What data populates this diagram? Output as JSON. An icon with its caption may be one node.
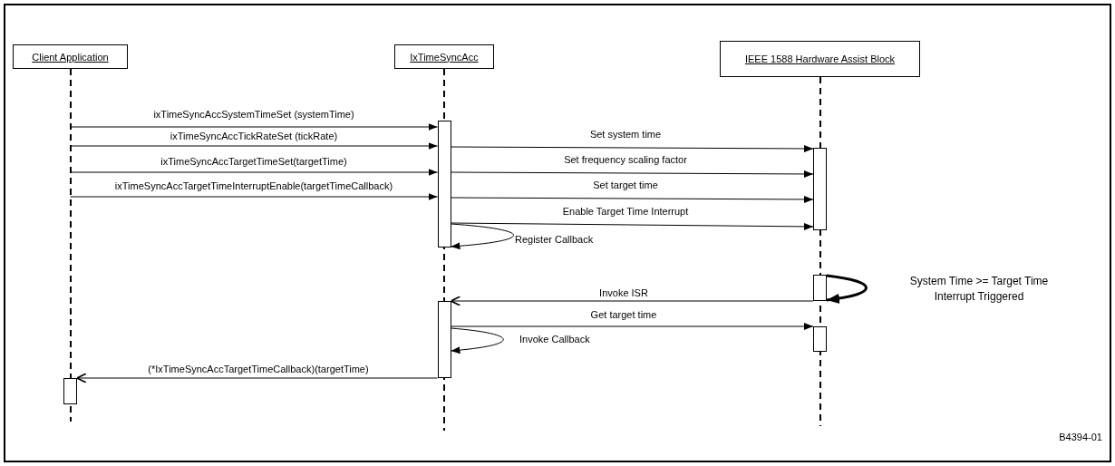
{
  "diagram": {
    "nodes": [
      {
        "text": [
          "Client Application"
        ]
      },
      {
        "text": [
          "IxTimeSyncAcc"
        ]
      },
      {
        "text": [
          "IEEE 1588 Hardware Assist Block"
        ]
      },
      {
        "text": [],
        "shape": "bar",
        "in": 0
      },
      {
        "text": [],
        "shape": "bar",
        "in": 1
      },
      {
        "text": [],
        "shape": "bar",
        "in": 1
      },
      {
        "text": [],
        "shape": "bar",
        "in": 2
      },
      {
        "text": [],
        "shape": "bar",
        "in": 2
      },
      {
        "text": [],
        "shape": "bar",
        "in": 2
      }
    ],
    "edges": [
      {
        "from": 0,
        "to": 4,
        "arrow": "to",
        "label": "ixTimeSyncAccSystemTimeSet (systemTime)"
      },
      {
        "from": 0,
        "to": 4,
        "arrow": "to",
        "label": "ixTimeSyncAccTickRateSet (tickRate)"
      },
      {
        "from": 0,
        "to": 4,
        "arrow": "to",
        "label": "ixTimeSyncAccTargetTimeSet(targetTime)"
      },
      {
        "from": 0,
        "to": 4,
        "arrow": "to",
        "label": "ixTimeSyncAccTargetTimeInterruptEnable(targetTimeCallback)"
      },
      {
        "from": 4,
        "to": 6,
        "arrow": "to",
        "label": "Set system time"
      },
      {
        "from": 4,
        "to": 6,
        "arrow": "to",
        "label": "Set frequency scaling factor"
      },
      {
        "from": 4,
        "to": 6,
        "arrow": "to",
        "label": "Set target time"
      },
      {
        "from": 4,
        "to": 6,
        "arrow": "to",
        "label": "Enable Target Time Interrupt"
      },
      {
        "from": 4,
        "to": 4,
        "arrow": "to",
        "label": "Register Callback"
      },
      {
        "from": 7,
        "to": 7,
        "arrow": "to",
        "label": "System Time >= Target Time Interrupt Triggered",
        "style": "thick"
      },
      {
        "from": 7,
        "to": 5,
        "arrow": "to",
        "label": "Invoke ISR"
      },
      {
        "from": 5,
        "to": 8,
        "arrow": "to",
        "label": "Get target time"
      },
      {
        "from": 5,
        "to": 5,
        "arrow": "to",
        "label": "Invoke Callback"
      },
      {
        "from": 5,
        "to": 3,
        "arrow": "to",
        "label": "(*IxTimeSyncAccTargetTimeCallback)(targetTime)"
      }
    ],
    "labels": [
      "B4394-01"
    ]
  }
}
